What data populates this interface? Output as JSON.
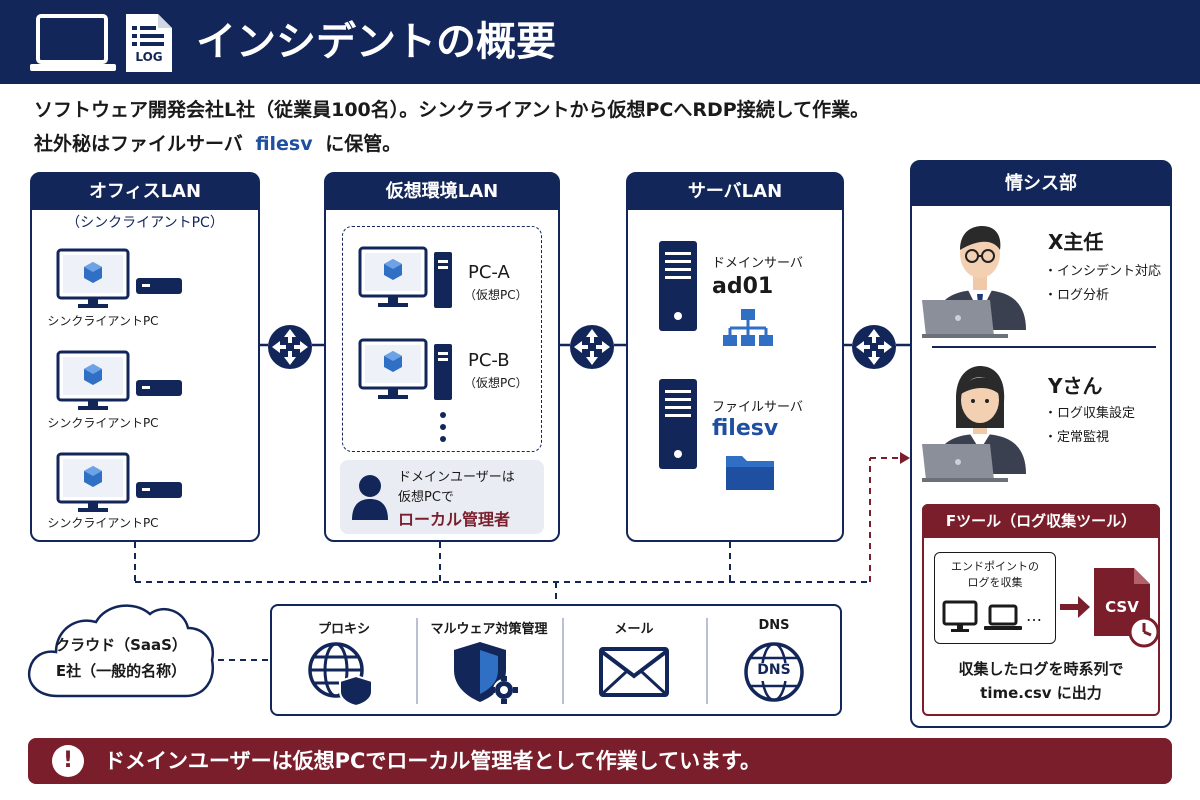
{
  "header": {
    "title": "インシデントの概要",
    "log_label": "LOG"
  },
  "intro": {
    "line1": "ソフトウェア開発会社L社（従業員100名）。シンクライアントから仮想PCへRDP接続して作業。",
    "line2_prefix": "社外秘はファイルサーバ",
    "line2_server": "filesv",
    "line2_suffix": "に保管。"
  },
  "office_lan": {
    "title": "オフィスLAN",
    "subtitle": "（シンクライアントPC）",
    "clients": [
      "シンクライアントPC",
      "シンクライアントPC",
      "シンクライアントPC"
    ]
  },
  "virtual_lan": {
    "title": "仮想環境LAN",
    "pcs": [
      {
        "name": "PC-A",
        "sub": "（仮想PC）"
      },
      {
        "name": "PC-B",
        "sub": "（仮想PC）"
      }
    ],
    "note_line1": "ドメインユーザーは",
    "note_line2": "仮想PCで",
    "note_line3": "ローカル管理者"
  },
  "server_lan": {
    "title": "サーバLAN",
    "servers": [
      {
        "label": "ドメインサーバ",
        "name": "ad01"
      },
      {
        "label": "ファイルサーバ",
        "name": "filesv"
      }
    ]
  },
  "it_dept": {
    "title": "情シス部",
    "staff": [
      {
        "name": "X主任",
        "duties": [
          "・インシデント対応",
          "・ログ分析"
        ]
      },
      {
        "name": "Yさん",
        "duties": [
          "・ログ収集設定",
          "・定常監視"
        ]
      }
    ]
  },
  "ftool": {
    "title": "Fツール（ログ収集ツール）",
    "endpoint_line1": "エンドポイントの",
    "endpoint_line2": "ログを収集",
    "ellipsis": "…",
    "csv_label": "CSV",
    "output_line1": "収集したログを時系列で",
    "output_line2": "time.csv に出力"
  },
  "cloud": {
    "line1": "クラウド（SaaS）",
    "line2": "E社（一般的名称）"
  },
  "services": [
    {
      "label": "プロキシ"
    },
    {
      "label": "マルウェア対策管理"
    },
    {
      "label": "メール"
    },
    {
      "label": "DNS",
      "icon_text": "DNS"
    }
  ],
  "alert": {
    "icon": "!",
    "text": "ドメインユーザーは仮想PCでローカル管理者として作業しています。"
  },
  "colors": {
    "navy": "#12265a",
    "maroon": "#7a1e2c",
    "blue": "#1f4fa0"
  }
}
